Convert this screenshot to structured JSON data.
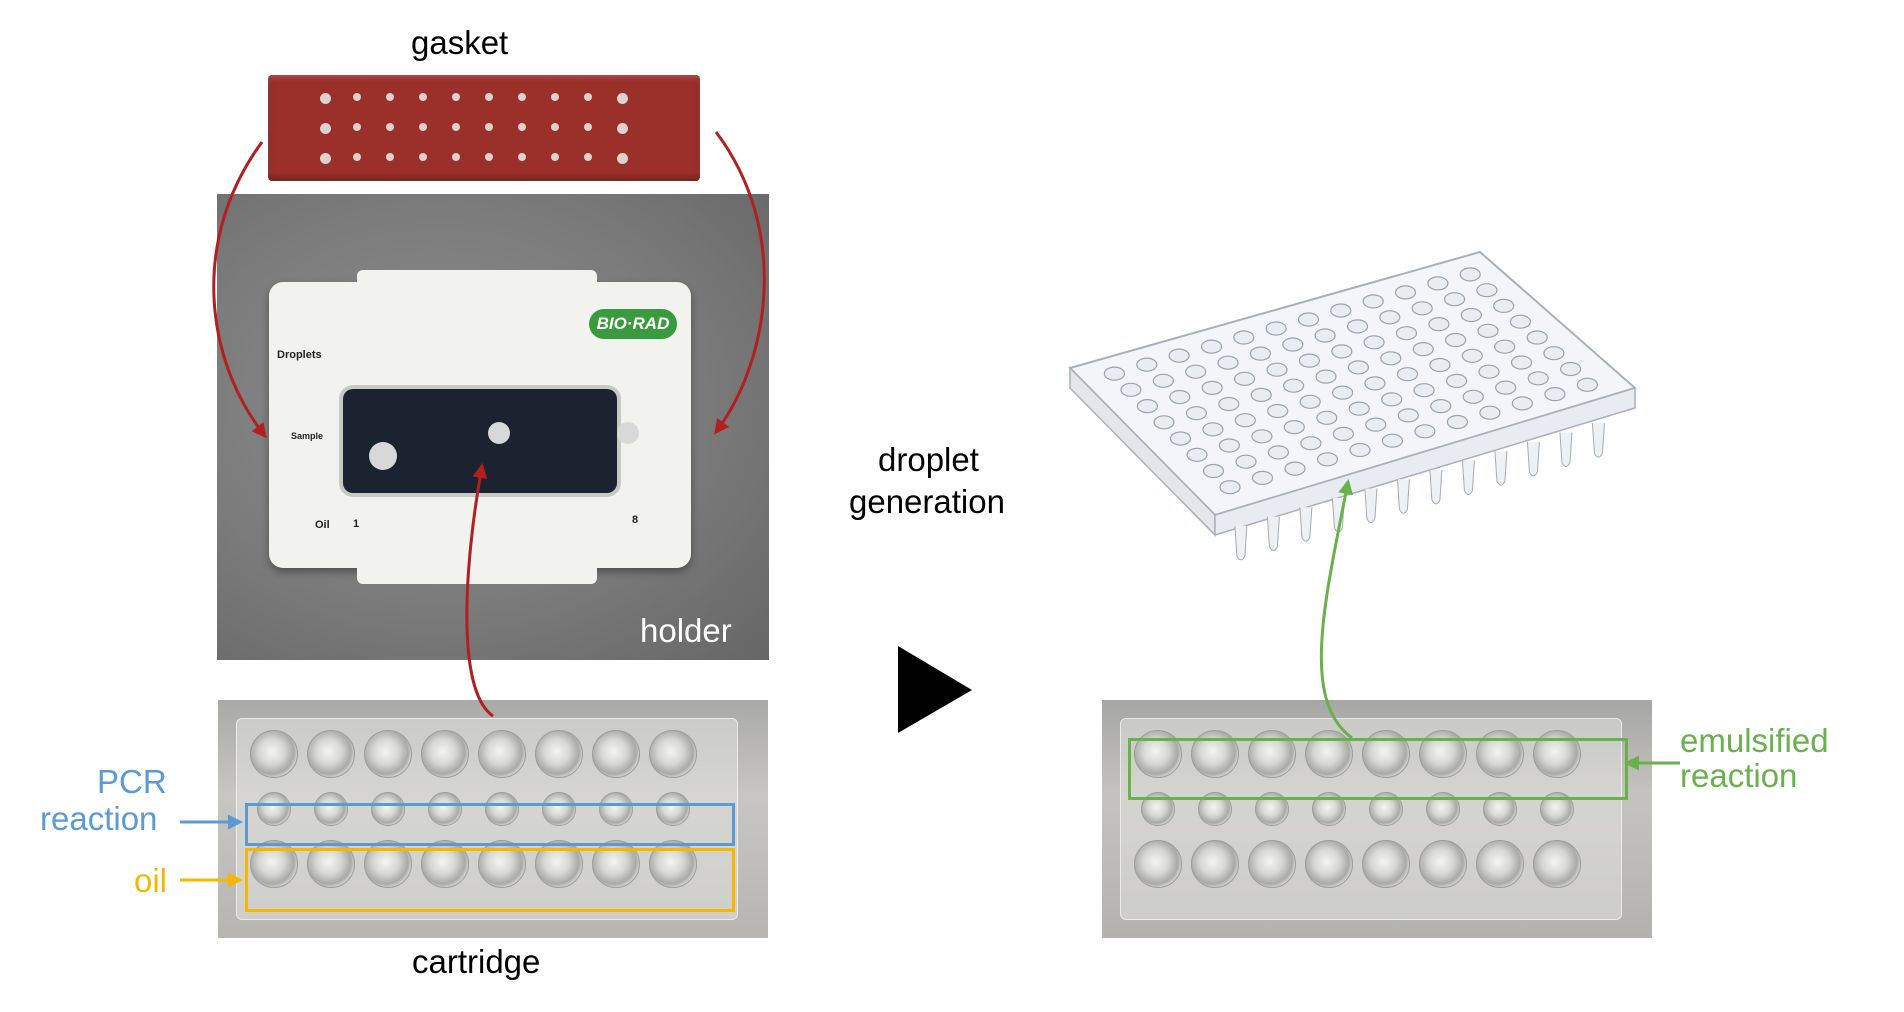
{
  "labels": {
    "gasket": "gasket",
    "holder": "holder",
    "cartridge": "cartridge",
    "pcr_line1": "PCR",
    "pcr_line2": "reaction",
    "oil": "oil",
    "droplet_line1": "droplet",
    "droplet_line2": "generation",
    "emulsified_line1": "emulsified",
    "emulsified_line2": "reaction"
  },
  "holder_markings": {
    "brand": "BIO·RAD",
    "droplets": "Droplets",
    "sample": "Sample",
    "oil": "Oil",
    "col_first": "1",
    "col_last": "8"
  },
  "colors": {
    "arrow_red": "#b21f1f",
    "pcr_blue": "#5b9bd5",
    "oil_yellow": "#f5b800",
    "emulsified_green": "#6ab04c",
    "gasket_red": "#9b302b",
    "brand_green": "#3a9b3e"
  },
  "icons": {
    "process_arrow": "triangle-right-icon"
  }
}
